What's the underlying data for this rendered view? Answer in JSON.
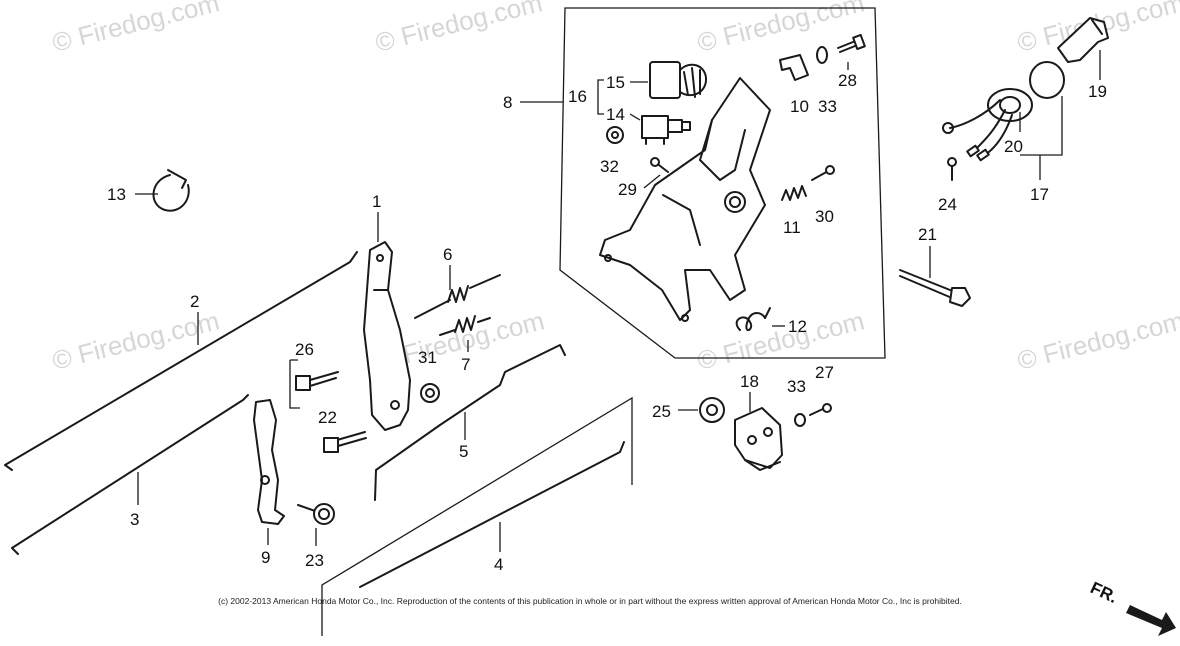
{
  "watermark": "© Firedog.com",
  "copyright": "(c) 2002-2013 American Honda Motor Co., Inc. Reproduction of the contents of this publication in whole or in part without the express written approval of American Honda Motor Co., Inc is prohibited.",
  "direction_label": "FR.",
  "callouts": {
    "c1": "1",
    "c2": "2",
    "c3": "3",
    "c4": "4",
    "c5": "5",
    "c6": "6",
    "c7": "7",
    "c8": "8",
    "c9": "9",
    "c10": "10",
    "c11": "11",
    "c12": "12",
    "c13": "13",
    "c14": "14",
    "c15": "15",
    "c16": "16",
    "c17": "17",
    "c18": "18",
    "c19": "19",
    "c20": "20",
    "c21": "21",
    "c22": "22",
    "c23": "23",
    "c24": "24",
    "c25": "25",
    "c26": "26",
    "c27": "27",
    "c28": "28",
    "c29": "29",
    "c30": "30",
    "c31": "31",
    "c32": "32",
    "c33a": "33",
    "c33b": "33"
  }
}
